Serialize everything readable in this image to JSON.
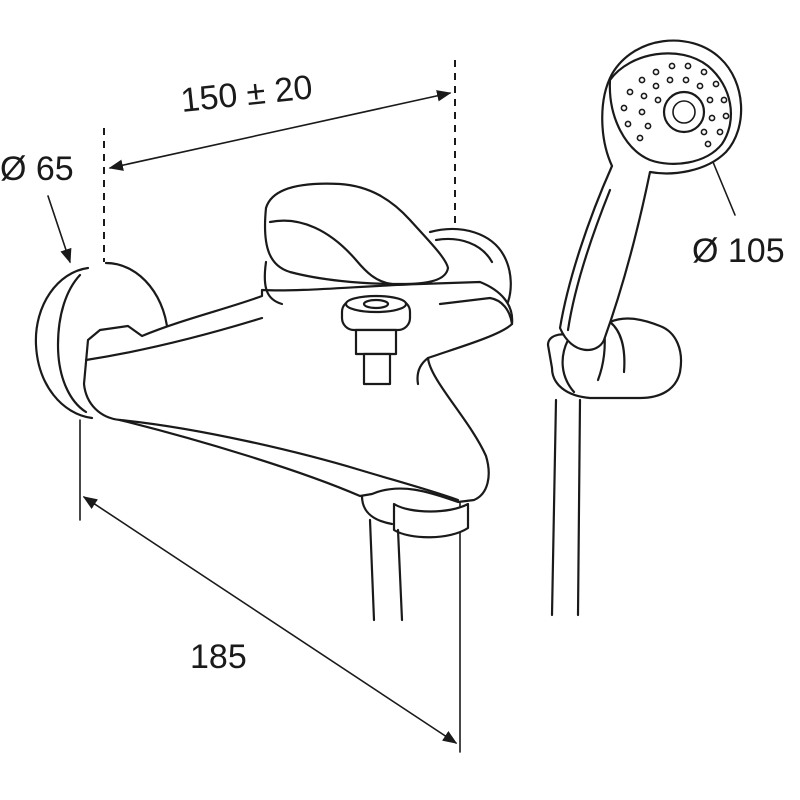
{
  "dimensions": {
    "width_label": "150 ± 20",
    "flange_diameter_label": "Ø 65",
    "shower_head_diameter_label": "Ø 105",
    "depth_label": "185"
  },
  "colors": {
    "line": "#1a1a1a",
    "background": "#ffffff"
  }
}
